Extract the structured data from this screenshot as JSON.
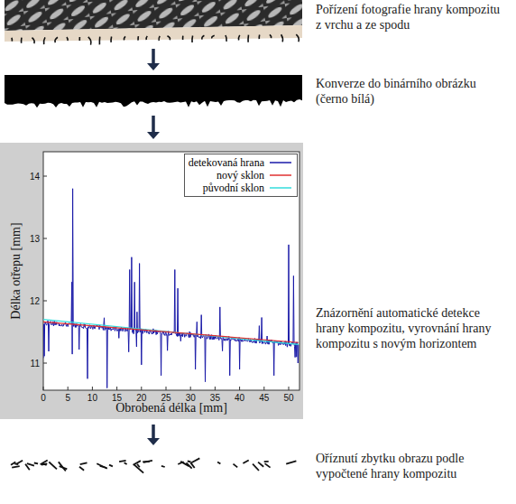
{
  "diagram": {
    "nodes": [
      {
        "text": [
          "Pořízení fotografie hrany kompozitu z vrchu a ze spodu"
        ]
      },
      {
        "text": [
          "Konverze do binárního obrázku (černo bílá)"
        ]
      },
      {
        "text": [
          "Znázornění automatické detekce hrany kompozitu, vyrovnání hrany kompozitu s novým horizontem"
        ]
      },
      {
        "text": [
          "Oříznutí zbytku obrazu podle vypočtené hrany kompozitu"
        ]
      }
    ],
    "edges": [
      {
        "from": 0,
        "to": 1,
        "arrow": "to"
      },
      {
        "from": 1,
        "to": 2,
        "arrow": "to"
      },
      {
        "from": 2,
        "to": 3,
        "arrow": "to"
      }
    ],
    "labels": [
      "Délka otřepu [mm]",
      "Obrobená délka [mm]",
      "11",
      "12",
      "13",
      "14",
      "0",
      "5",
      "10",
      "15",
      "20",
      "25",
      "30",
      "35",
      "40",
      "45",
      "50"
    ],
    "legend": [
      {
        "text": "detekovaná hrana"
      },
      {
        "text": "nový sklon"
      },
      {
        "text": "původní sklon"
      }
    ]
  }
}
